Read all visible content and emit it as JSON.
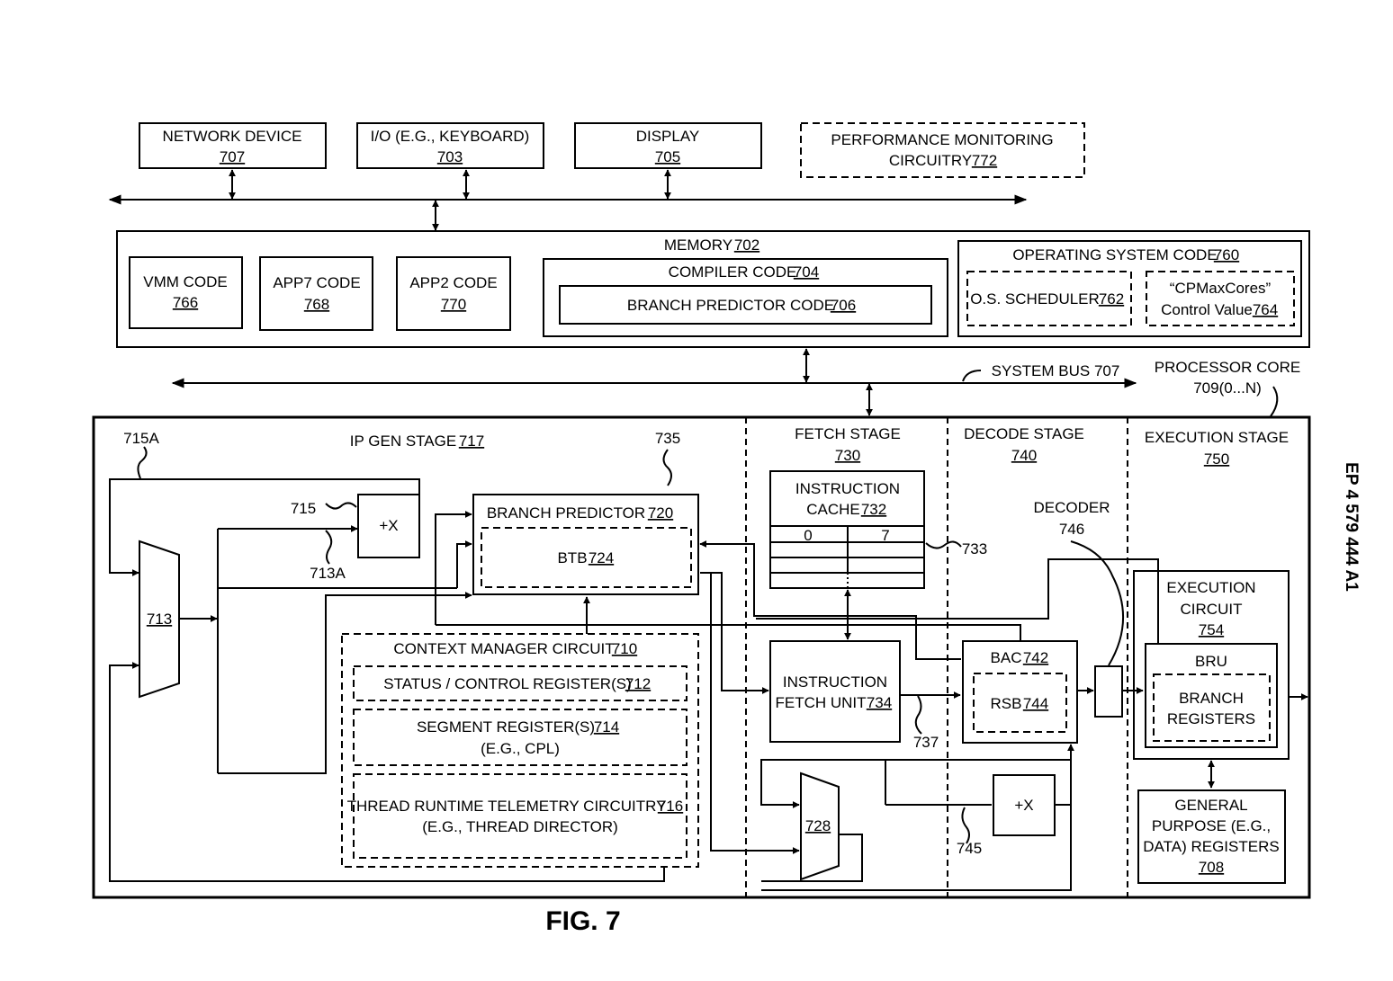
{
  "figure_label": "FIG. 7",
  "patent_number": "EP 4 579 444 A1",
  "peripherals": {
    "network": {
      "label": "NETWORK DEVICE",
      "ref": "707"
    },
    "io": {
      "label": "I/O (E.G., KEYBOARD)",
      "ref": "703"
    },
    "display": {
      "label": "DISPLAY",
      "ref": "705"
    },
    "perf": {
      "line1": "PERFORMANCE MONITORING",
      "line2": "CIRCUITRY",
      "ref": "772"
    }
  },
  "memory": {
    "label": "MEMORY",
    "ref": "702",
    "vmm": {
      "label": "VMM CODE",
      "ref": "766"
    },
    "app7": {
      "label": "APP7 CODE",
      "ref": "768"
    },
    "app2": {
      "label": "APP2 CODE",
      "ref": "770"
    },
    "compiler": {
      "label": "COMPILER CODE",
      "ref": "704"
    },
    "branch_code": {
      "label": "BRANCH PREDICTOR CODE",
      "ref": "706"
    },
    "os": {
      "label": "OPERATING SYSTEM CODE",
      "ref": "760"
    },
    "scheduler": {
      "label": "O.S. SCHEDULER",
      "ref": "762"
    },
    "cpmax": {
      "line1": "“CPMaxCores”",
      "line2": "Control Value",
      "ref": "764"
    }
  },
  "system_bus": {
    "label": "SYSTEM BUS 707"
  },
  "processor_core": {
    "line1": "PROCESSOR CORE",
    "line2": "709(0...N)"
  },
  "stages": {
    "ipgen": {
      "label": "IP GEN STAGE",
      "ref": "717"
    },
    "fetch": {
      "label": "FETCH STAGE",
      "ref": "730"
    },
    "decode": {
      "label": "DECODE STAGE",
      "ref": "740"
    },
    "exec": {
      "label": "EXECUTION STAGE",
      "ref": "750"
    }
  },
  "blocks": {
    "mux713": {
      "ref": "713"
    },
    "ref715a": "715A",
    "ref715": "715",
    "ref713a": "713A",
    "adder_label": "+X",
    "ref735": "735",
    "branch_predictor": {
      "label": "BRANCH PREDICTOR",
      "ref": "720"
    },
    "btb": {
      "label": "BTB",
      "ref": "724"
    },
    "context": {
      "label": "CONTEXT MANAGER CIRCUIT",
      "ref": "710"
    },
    "status": {
      "label": "STATUS / CONTROL REGISTER(S)",
      "ref": "712"
    },
    "segment": {
      "label": "SEGMENT REGISTER(S)",
      "ref": "714",
      "sub": "(E.G., CPL)"
    },
    "telemetry": {
      "label": "THREAD RUNTIME TELEMETRY CIRCUITRY",
      "ref": "716",
      "sub": "(E.G., THREAD DIRECTOR)"
    },
    "icache": {
      "line1": "INSTRUCTION",
      "line2": "CACHE",
      "ref": "732",
      "col0": "0",
      "col7": "7",
      "ref733": "733"
    },
    "ifu": {
      "line1": "INSTRUCTION",
      "line2": "FETCH UNIT",
      "ref": "734"
    },
    "ref737": "737",
    "mux728": {
      "ref": "728"
    },
    "ref745": "745",
    "bac": {
      "label": "BAC",
      "ref": "742"
    },
    "rsb": {
      "label": "RSB",
      "ref": "744"
    },
    "decoder": {
      "label": "DECODER",
      "ref": "746"
    },
    "exec_circuit": {
      "line1": "EXECUTION",
      "line2": "CIRCUIT",
      "ref": "754"
    },
    "bru": {
      "label": "BRU"
    },
    "branch_regs": {
      "line1": "BRANCH",
      "line2": "REGISTERS"
    },
    "gpr": {
      "line1": "GENERAL",
      "line2": "PURPOSE (E.G.,",
      "line3": "DATA) REGISTERS",
      "ref": "708"
    }
  }
}
